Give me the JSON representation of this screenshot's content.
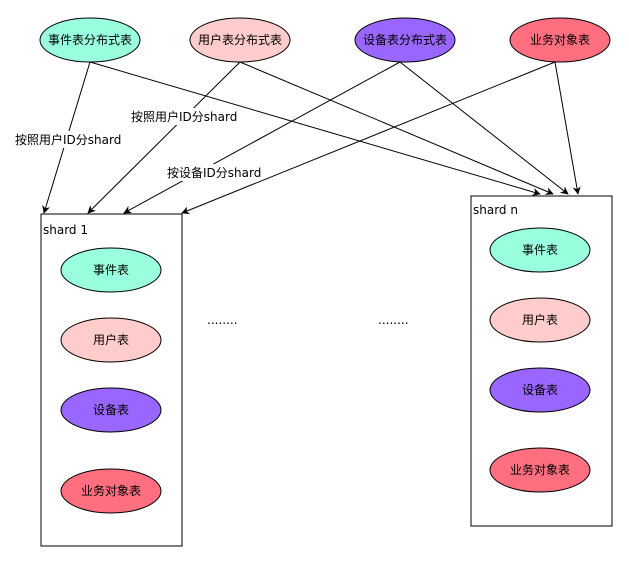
{
  "top_nodes": {
    "event": {
      "label": "事件表分布式表",
      "fill": "#99FFDD"
    },
    "user": {
      "label": "用户表分布式表",
      "fill": "#FFCCCC"
    },
    "device": {
      "label": "设备表分布式表",
      "fill": "#9966FF"
    },
    "business": {
      "label": "业务对象表",
      "fill": "#FF6F7F"
    }
  },
  "edge_labels": {
    "by_user_left": "按照用户ID分shard",
    "by_user_mid": "按照用户ID分shard",
    "by_device": "按设备ID分shard"
  },
  "shards": {
    "shard_1": {
      "title": "shard 1",
      "tables": [
        {
          "label": "事件表",
          "fill": "#99FFDD"
        },
        {
          "label": "用户表",
          "fill": "#FFCCCC"
        },
        {
          "label": "设备表",
          "fill": "#9966FF"
        },
        {
          "label": "业务对象表",
          "fill": "#FF6F7F"
        }
      ]
    },
    "shard_n": {
      "title": "shard n",
      "tables": [
        {
          "label": "事件表",
          "fill": "#99FFDD"
        },
        {
          "label": "用户表",
          "fill": "#FFCCCC"
        },
        {
          "label": "设备表",
          "fill": "#9966FF"
        },
        {
          "label": "业务对象表",
          "fill": "#FF6F7F"
        }
      ]
    }
  },
  "ellipsis": {
    "left": "........",
    "right": "........"
  }
}
